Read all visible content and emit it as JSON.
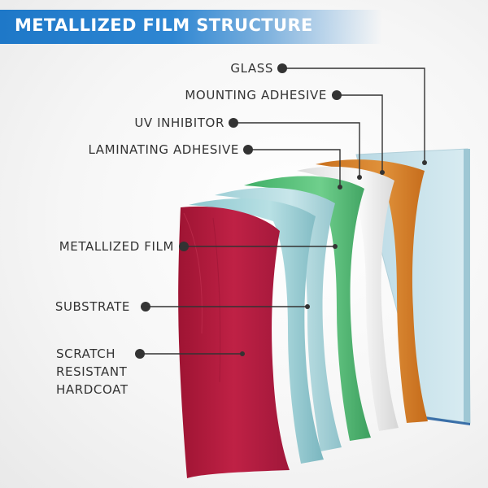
{
  "title": "METALLIZED FILM STRUCTURE",
  "labels": {
    "glass": "GLASS",
    "mounting_adhesive": "MOUNTING ADHESIVE",
    "uv_inhibitor": "UV INHIBITOR",
    "laminating_adhesive": "LAMINATING ADHESIVE",
    "metallized_film": "METALLIZED FILM",
    "substrate": "SUBSTRATE",
    "hardcoat_line1": "SCRATCH",
    "hardcoat_line2": "RESISTANT",
    "hardcoat_line3": "HARDCOAT"
  },
  "colors": {
    "title_bar": "#1e78c8",
    "glass": "#c9e1ea",
    "mounting_adhesive": "#d9822b",
    "uv_inhibitor": "#f2f2f2",
    "laminating_adhesive": "#5cbf7a",
    "metallized_film": "#b3d9de",
    "substrate": "#a8d6dc",
    "hardcoat": "#b31b3d",
    "leader": "#333333"
  }
}
